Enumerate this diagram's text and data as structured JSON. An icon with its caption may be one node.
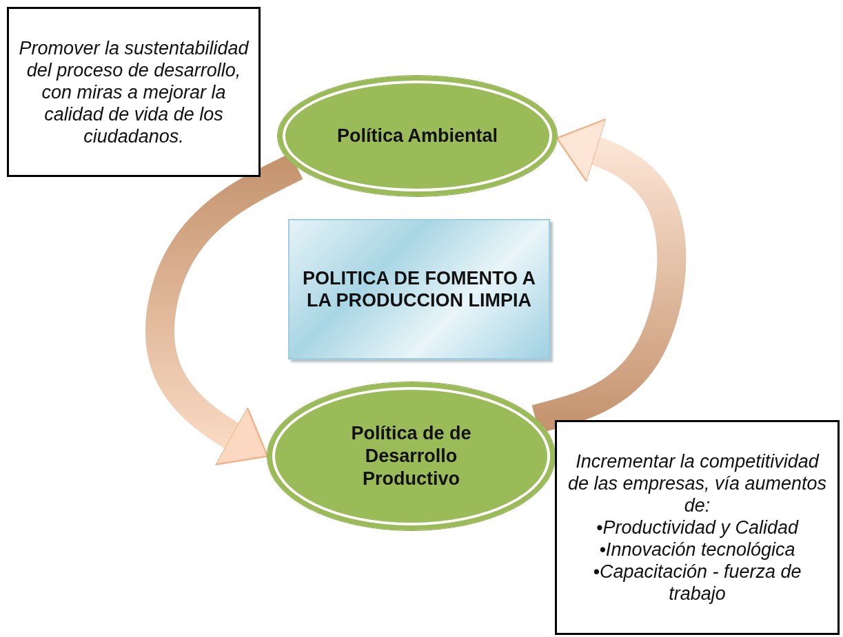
{
  "diagram": {
    "nodes": [
      {
        "text": [
          "Promover la sustentabilidad del proceso de desarrollo, con miras a mejorar la calidad de vida de los ciudadanos."
        ]
      },
      {
        "text": [
          "Política Ambiental"
        ]
      },
      {
        "text": [
          "POLITICA DE FOMENTO A LA PRODUCCION LIMPIA"
        ]
      },
      {
        "text": [
          "Política de de Desarrollo Productivo"
        ]
      },
      {
        "text": [
          "Incrementar la competitividad de las empresas, vía aumentos de:",
          "•Productividad y Calidad",
          "•Innovación tecnológica",
          "•Capacitación - fuerza de trabajo"
        ]
      }
    ],
    "edges": [
      {
        "from": 1,
        "to": 3,
        "arrow": "to"
      },
      {
        "from": 3,
        "to": 1,
        "arrow": "to"
      }
    ]
  }
}
